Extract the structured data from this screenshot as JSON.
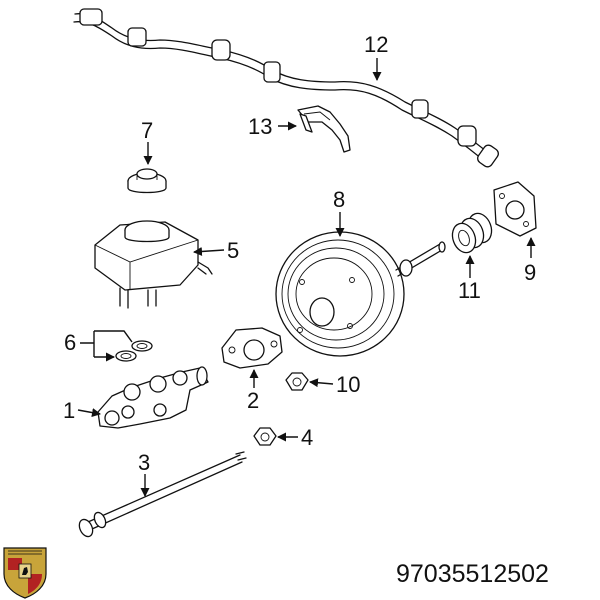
{
  "diagram": {
    "callouts": {
      "c1": "1",
      "c2": "2",
      "c3": "3",
      "c4": "4",
      "c5": "5",
      "c6": "6",
      "c7": "7",
      "c8": "8",
      "c9": "9",
      "c10": "10",
      "c11": "11",
      "c12": "12",
      "c13": "13"
    },
    "part_number": "97035512502",
    "logo": {
      "name": "porsche-crest",
      "colors": [
        "#c8a43a",
        "#b22222",
        "#111111"
      ]
    }
  }
}
